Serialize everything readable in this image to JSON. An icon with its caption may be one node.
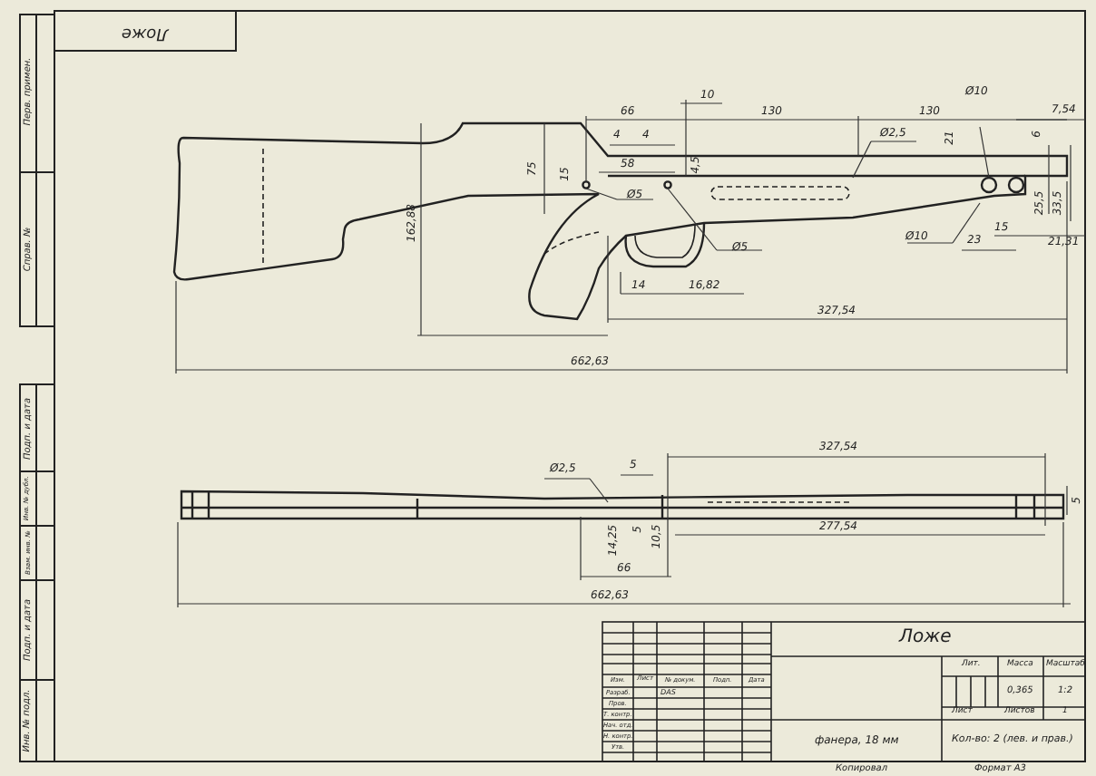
{
  "diagram": {
    "labels": [
      "Ложе",
      "Перв. примен.",
      "Справ. №",
      "Подп. и дата",
      "Инв. № дубл.",
      "Взам. инв. №",
      "Подп. и дата",
      "Инв. № подл.",
      "66",
      "10",
      "130",
      "130",
      "Ø10",
      "7,54",
      "4",
      "4",
      "Ø2,5",
      "21",
      "58",
      "15",
      "75",
      "Ø5",
      "4,5",
      "6",
      "25,5",
      "33,5",
      "162,88",
      "Ø10",
      "Ø5",
      "23",
      "15",
      "21,31",
      "14",
      "16,82",
      "327,54",
      "662,63",
      "Ø2,5",
      "5",
      "327,54",
      "5",
      "277,54",
      "14,25",
      "5",
      "10,5",
      "66",
      "662,63",
      "Ложе",
      "Изм.",
      "Лист",
      "№ докум.",
      "Подп.",
      "Дата",
      "Разраб.",
      "DAS",
      "Пров.",
      "Т. контр.",
      "Нач. отд.",
      "Н. контр.",
      "Утв.",
      "Лит.",
      "Масса",
      "Масштаб",
      "0,365",
      "1:2",
      "Лист",
      "Листов",
      "1",
      "фанера, 18 мм",
      "Кол-во: 2 (лев. и прав.)",
      "Копировал",
      "Формат А3"
    ]
  }
}
